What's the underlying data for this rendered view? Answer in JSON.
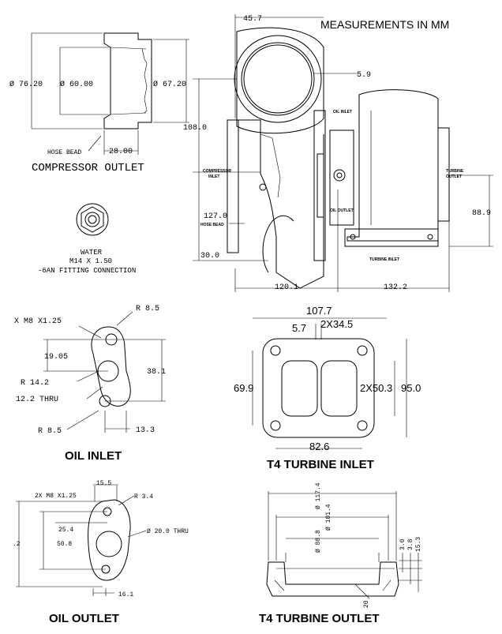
{
  "header": {
    "title": "MEASUREMENTS IN MM"
  },
  "compressor_outlet": {
    "title": "COMPRESSOR OUTLET",
    "dia1": "Ø 76.20",
    "dia2": "Ø 60.00",
    "dia3": "Ø 67.20",
    "hose_bead": "HOSE BEAD",
    "length": "28.00"
  },
  "water": {
    "line1": "WATER",
    "line2": "M14 X 1.50",
    "line3": "-6AN FITTING CONNECTION"
  },
  "turbo": {
    "d_top": "45.7",
    "d_5_9": "5.9",
    "d_108": "108.0",
    "d_127": "127.0",
    "hose_bead": "HOSE BEAD",
    "d_30": "30.0",
    "d_120": "120.1",
    "d_132": "132.2",
    "d_88": "88.9",
    "oil_inlet": "OIL INLET",
    "oil_outlet": "OIL OUTLET",
    "compressor_inlet_1": "COMPRESSOR",
    "compressor_inlet_2": "INLET",
    "turbine_outlet_1": "TURBINE",
    "turbine_outlet_2": "OUTLET",
    "turbine_inlet": "TURBINE INLET"
  },
  "oil_inlet": {
    "title": "OIL INLET",
    "thread": "X M8 X1.25",
    "r_top": "R 8.5",
    "d_1905": "19.05",
    "r_142": "R 14.2",
    "thru": "12.2 THRU",
    "r_bot": "R 8.5",
    "d_381": "38.1",
    "d_133": "13.3"
  },
  "t4_inlet": {
    "title": "T4 TURBINE INLET",
    "d_1077": "107.7",
    "d_57": "5.7",
    "d_2x345": "2X34.5",
    "d_699": "69.9",
    "d_2x503": "2X50.3",
    "d_950": "95.0",
    "d_826": "82.6"
  },
  "oil_outlet": {
    "title": "OIL OUTLET",
    "d_155": "15.5",
    "thread": "2X M8  X1.25",
    "r_34": "R 3.4",
    "d_254": "25.4",
    "thru": "Ø 20.0 THRU",
    "d_508": "50.8",
    "d_left": ".2",
    "d_161": "16.1"
  },
  "t4_outlet": {
    "title": "T4 TURBINE OUTLET",
    "d_1174": "Ø 117.4",
    "d_1014": "Ø 101.4",
    "d_888": "Ø 88.8",
    "d_30": "3.0",
    "d_38": "3.8",
    "d_153": "15.3",
    "d_20": "20"
  }
}
